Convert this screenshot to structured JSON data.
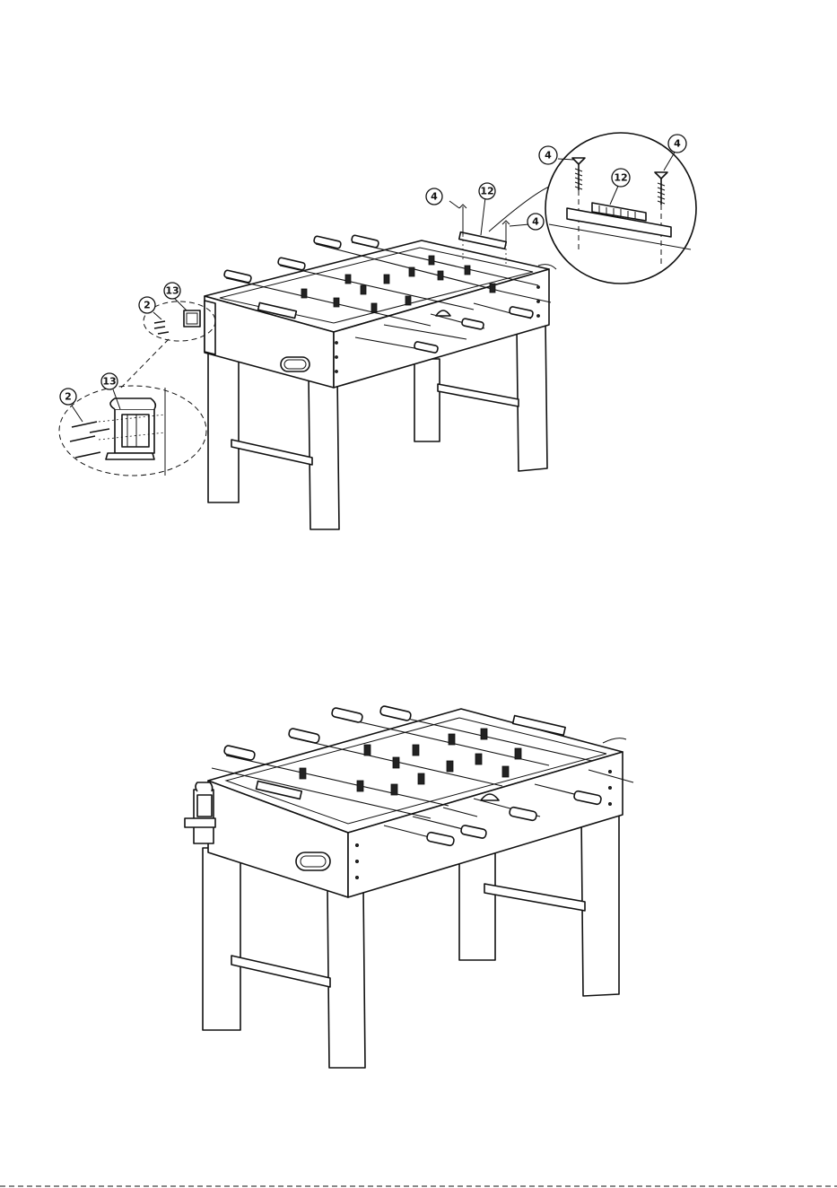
{
  "figure": {
    "callouts": {
      "screw_small_a": "4",
      "screw_small_b": "4",
      "goal_counter_small": "12",
      "screw_detail_left": "4",
      "screw_detail_right": "4",
      "goal_counter_detail": "12",
      "cup_holder_screws": "2",
      "cup_holder": "13",
      "cup_holder_detail_screws": "2",
      "cup_holder_detail": "13"
    }
  }
}
